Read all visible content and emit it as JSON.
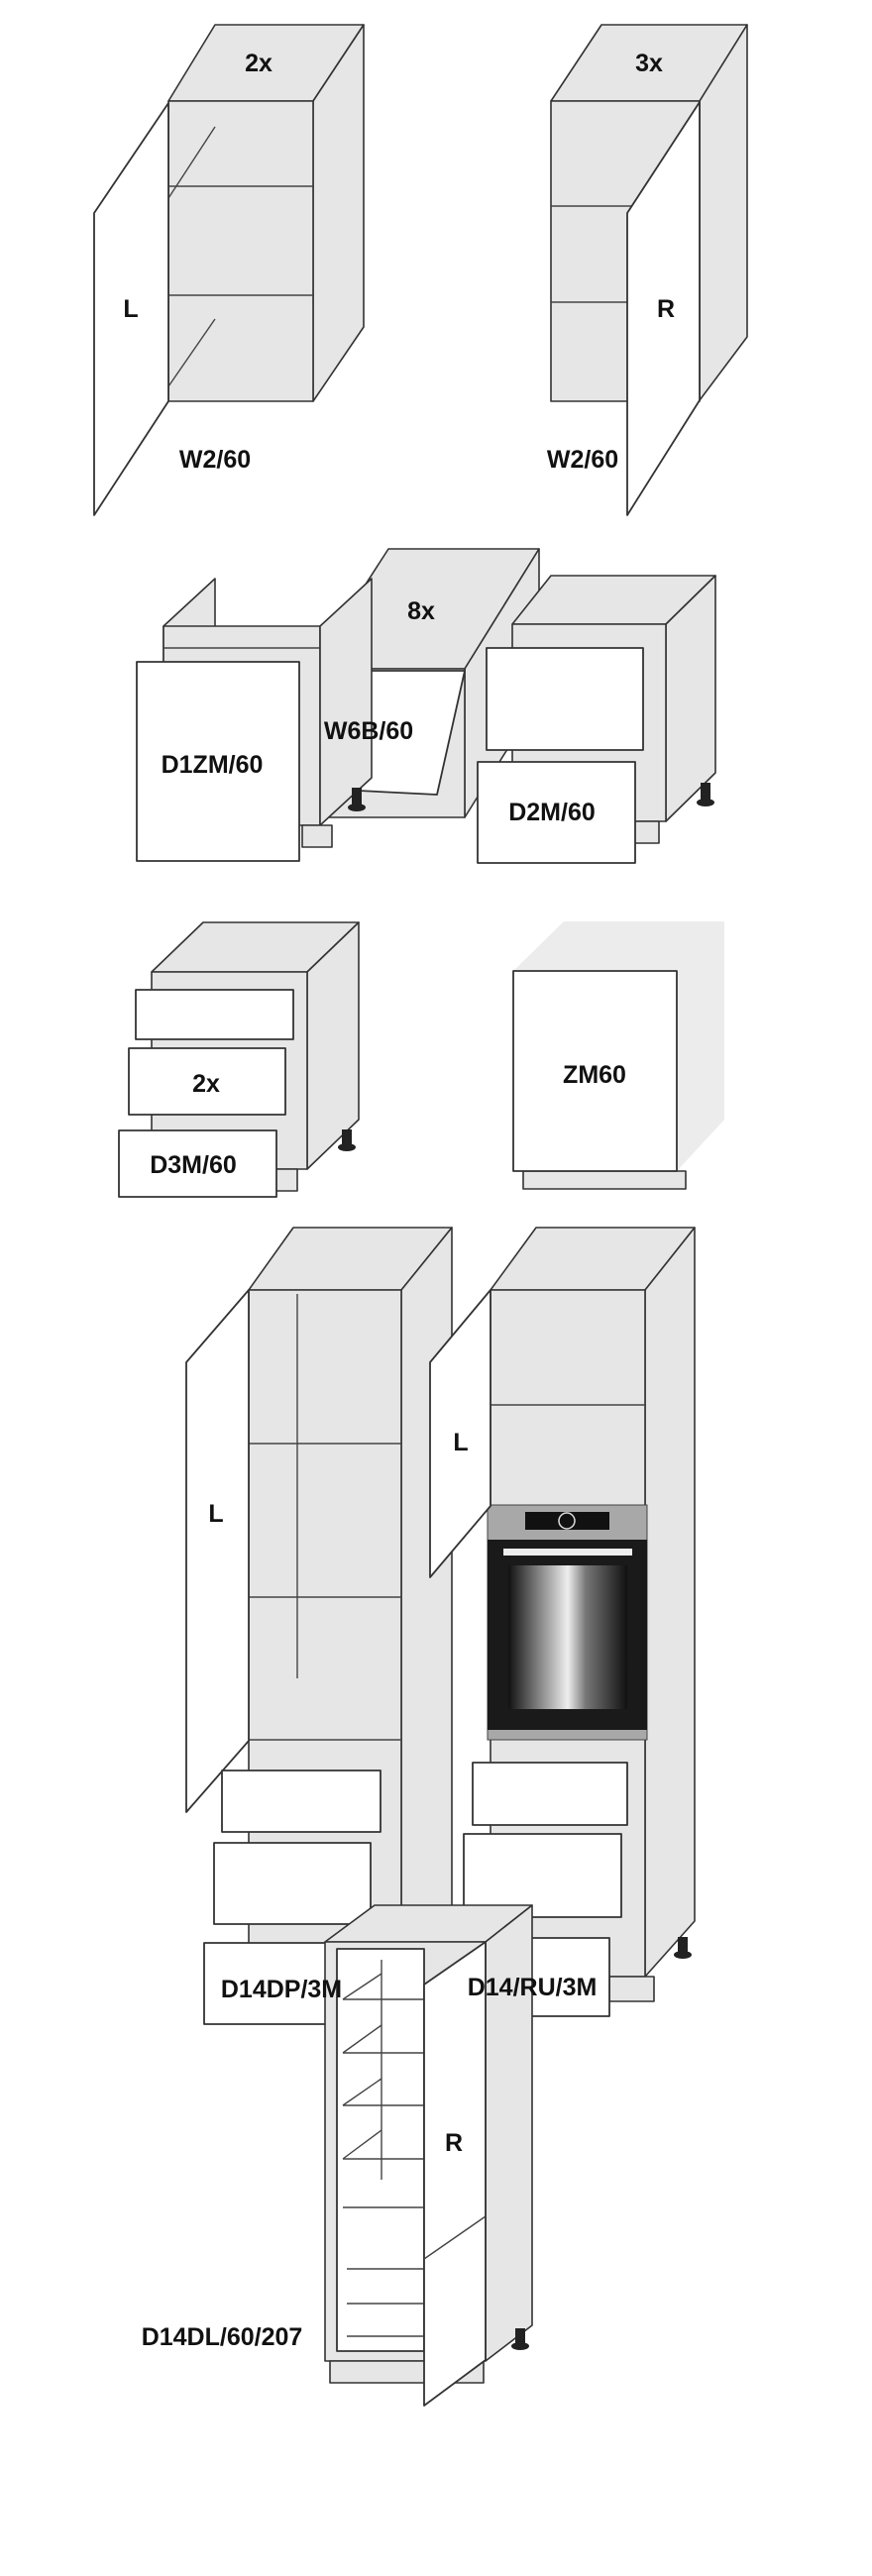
{
  "cabinets": {
    "w2_left": {
      "qty": "2x",
      "hinge": "L",
      "code": "W2/60"
    },
    "w2_right": {
      "qty": "3x",
      "hinge": "R",
      "code": "W2/60"
    },
    "w6b": {
      "qty": "8x",
      "code": "W6B/60"
    },
    "d1zm": {
      "code": "D1ZM/60"
    },
    "d2m": {
      "code": "D2M/60"
    },
    "d3m": {
      "qty": "2x",
      "code": "D3M/60"
    },
    "zm60": {
      "code": "ZM60"
    },
    "d14dp": {
      "hinge": "L",
      "code": "D14DP/3M"
    },
    "d14ru": {
      "hinge": "L",
      "code": "D14/RU/3M"
    },
    "d14dl": {
      "hinge": "R",
      "code": "D14DL/60/207"
    }
  },
  "colors": {
    "line": "#333333",
    "panel": "#e6e6e6",
    "front": "#ffffff"
  }
}
